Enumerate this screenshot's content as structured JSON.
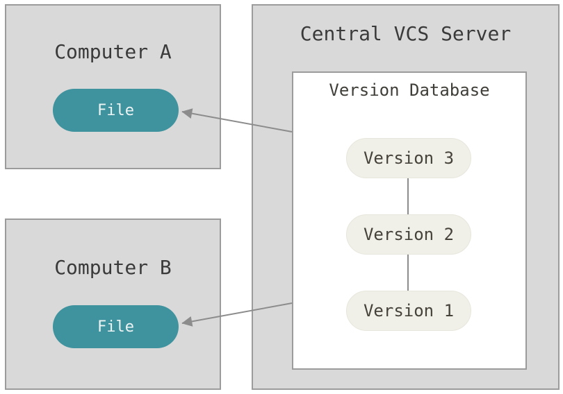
{
  "diagram": {
    "kind": "centralized-version-control",
    "computer_a": {
      "title": "Computer A",
      "file": "File"
    },
    "computer_b": {
      "title": "Computer B",
      "file": "File"
    },
    "server": {
      "title": "Central VCS Server",
      "database": {
        "title": "Version Database",
        "versions": [
          "Version 3",
          "Version 2",
          "Version 1"
        ]
      }
    },
    "connections": [
      "version-database -> computer-a-file",
      "version-database -> computer-b-file"
    ],
    "colors": {
      "box_fill": "#d9d9d9",
      "box_border": "#9b9b9b",
      "database_fill": "#ffffff",
      "file_pill_fill": "#3f939e",
      "file_pill_text": "#eef3f3",
      "version_pill_fill": "#f1f0e8",
      "version_pill_text": "#45423a",
      "title_text": "#3a3a3a",
      "arrow": "#8c8c8c"
    }
  }
}
